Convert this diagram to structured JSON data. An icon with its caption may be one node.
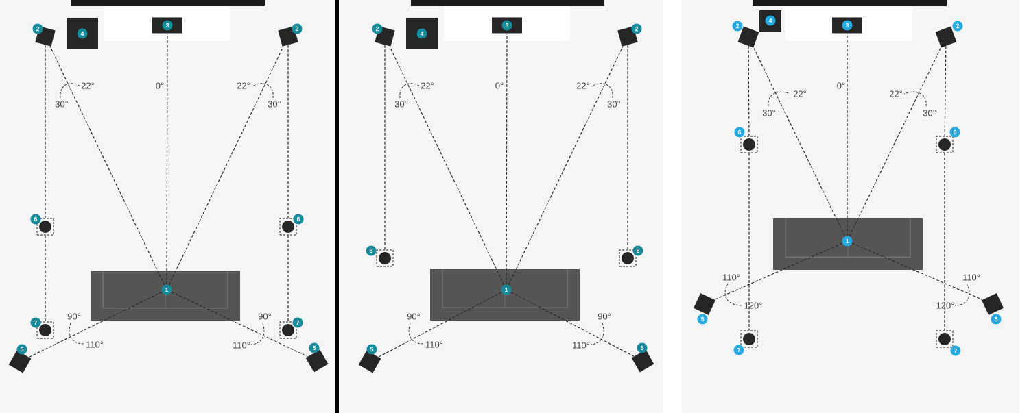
{
  "diagram": {
    "nodes": [
      {
        "text": [
          "2"
        ]
      },
      {
        "text": [
          "4"
        ]
      },
      {
        "text": [
          "3"
        ]
      },
      {
        "text": [
          "2"
        ]
      },
      {
        "text": [
          "6"
        ]
      },
      {
        "text": [
          "6"
        ]
      },
      {
        "text": [
          "1"
        ]
      },
      {
        "text": [
          "7"
        ]
      },
      {
        "text": [
          "7"
        ]
      },
      {
        "text": [
          "5"
        ]
      },
      {
        "text": [
          "5"
        ]
      },
      {
        "text": [
          "2"
        ]
      },
      {
        "text": [
          "4"
        ]
      },
      {
        "text": [
          "3"
        ]
      },
      {
        "text": [
          "2"
        ]
      },
      {
        "text": [
          "6"
        ]
      },
      {
        "text": [
          "6"
        ]
      },
      {
        "text": [
          "1"
        ]
      },
      {
        "text": [
          "5"
        ]
      },
      {
        "text": [
          "5"
        ]
      },
      {
        "text": [
          "2"
        ]
      },
      {
        "text": [
          "4"
        ]
      },
      {
        "text": [
          "3"
        ]
      },
      {
        "text": [
          "2"
        ]
      },
      {
        "text": [
          "6"
        ]
      },
      {
        "text": [
          "6"
        ]
      },
      {
        "text": [
          "1"
        ]
      },
      {
        "text": [
          "5"
        ]
      },
      {
        "text": [
          "5"
        ]
      },
      {
        "text": [
          "7"
        ]
      },
      {
        "text": [
          "7"
        ]
      }
    ],
    "edges": [
      {
        "from": 6,
        "to": 2,
        "arrow": "none",
        "style": "dashed"
      },
      {
        "from": 6,
        "to": 0,
        "arrow": "none",
        "style": "dashed"
      },
      {
        "from": 6,
        "to": 3,
        "arrow": "none",
        "style": "dashed"
      },
      {
        "from": 6,
        "to": 9,
        "arrow": "none",
        "style": "dashed"
      },
      {
        "from": 6,
        "to": 10,
        "arrow": "none",
        "style": "dashed"
      },
      {
        "from": 0,
        "to": 4,
        "arrow": "none",
        "style": "dashed"
      },
      {
        "from": 4,
        "to": 7,
        "arrow": "none",
        "style": "dashed"
      },
      {
        "from": 3,
        "to": 5,
        "arrow": "none",
        "style": "dashed"
      },
      {
        "from": 5,
        "to": 8,
        "arrow": "none",
        "style": "dashed"
      },
      {
        "from": 17,
        "to": 13,
        "arrow": "none",
        "style": "dashed"
      },
      {
        "from": 17,
        "to": 11,
        "arrow": "none",
        "style": "dashed"
      },
      {
        "from": 17,
        "to": 14,
        "arrow": "none",
        "style": "dashed"
      },
      {
        "from": 17,
        "to": 18,
        "arrow": "none",
        "style": "dashed"
      },
      {
        "from": 17,
        "to": 19,
        "arrow": "none",
        "style": "dashed"
      },
      {
        "from": 11,
        "to": 15,
        "arrow": "none",
        "style": "dashed"
      },
      {
        "from": 14,
        "to": 16,
        "arrow": "none",
        "style": "dashed"
      },
      {
        "from": 26,
        "to": 22,
        "arrow": "none",
        "style": "dashed"
      },
      {
        "from": 26,
        "to": 20,
        "arrow": "none",
        "style": "dashed"
      },
      {
        "from": 26,
        "to": 23,
        "arrow": "none",
        "style": "dashed"
      },
      {
        "from": 26,
        "to": 27,
        "arrow": "none",
        "style": "dashed"
      },
      {
        "from": 26,
        "to": 28,
        "arrow": "none",
        "style": "dashed"
      },
      {
        "from": 20,
        "to": 24,
        "arrow": "none",
        "style": "dashed"
      },
      {
        "from": 24,
        "to": 29,
        "arrow": "none",
        "style": "dashed"
      },
      {
        "from": 23,
        "to": 25,
        "arrow": "none",
        "style": "dashed"
      },
      {
        "from": 25,
        "to": 30,
        "arrow": "none",
        "style": "dashed"
      }
    ],
    "labels": [
      "22°",
      "0°",
      "22°",
      "30°",
      "30°",
      "90°",
      "90°",
      "110°",
      "110°",
      "22°",
      "0°",
      "22°",
      "30°",
      "30°",
      "90°",
      "90°",
      "110°",
      "110°",
      "0°",
      "22°",
      "22°",
      "30°",
      "30°",
      "110°",
      "110°",
      "120°",
      "120°"
    ]
  }
}
